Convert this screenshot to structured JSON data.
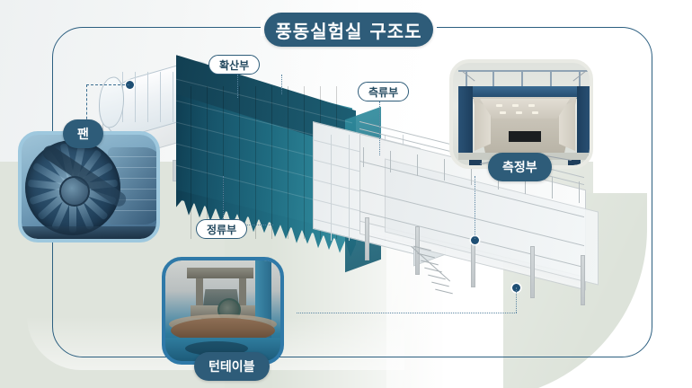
{
  "header": {
    "title": "풍동실험실 구조도"
  },
  "colors": {
    "title_pill_bg": "#2e5c79",
    "title_pill_text": "#ffffff",
    "frame_border": "#2c5f80",
    "dark_pill_bg": "#2e5c79",
    "light_pill_border": "#2e5c79",
    "light_pill_text": "#23495f",
    "connector_dot": "#1f4f74",
    "connector_line": "#5d87a3",
    "floor": "#dfe4dc",
    "wall": "#f4f6f6",
    "diffuser_teal_dark": "#0e3c50",
    "diffuser_teal_light": "#3e95a6",
    "structure_gray": "#eceff0",
    "fan_card_border": "#9ec8de",
    "measure_card_border": "#e9eae4",
    "turntable_card_border": "#2f79a8"
  },
  "labels": {
    "fan": "팬",
    "diffuser": "확산부",
    "axial": "측류부",
    "settling": "정류부",
    "measurement": "측정부",
    "turntable": "턴테이블"
  },
  "photo_cards": [
    {
      "id": "fan",
      "label": "팬",
      "caption_style": "dark-pill",
      "subject": "축류 송풍기 팬 블레이드"
    },
    {
      "id": "measurement",
      "label": "측정부",
      "caption_style": "dark-pill",
      "subject": "풍동 측정부 시험 챔버 내부"
    },
    {
      "id": "turntable",
      "label": "턴테이블",
      "caption_style": "dark-pill",
      "subject": "턴테이블 회전 구동부"
    }
  ],
  "callouts": [
    {
      "id": "fan",
      "label": "팬",
      "style": "dark-pill"
    },
    {
      "id": "diffuser",
      "label": "확산부",
      "style": "light-pill"
    },
    {
      "id": "axial",
      "label": "측류부",
      "style": "light-pill"
    },
    {
      "id": "settling",
      "label": "정류부",
      "style": "light-pill"
    },
    {
      "id": "measurement",
      "label": "측정부",
      "style": "dark-pill"
    },
    {
      "id": "turntable",
      "label": "턴테이블",
      "style": "dark-pill"
    }
  ],
  "diagram": {
    "type": "isometric-illustration",
    "subject": "풍동실험실(Wind Tunnel Laboratory) 구조도",
    "sections_left_to_right": [
      "팬",
      "확산부",
      "정류부",
      "측류부",
      "측정부",
      "턴테이블"
    ]
  }
}
